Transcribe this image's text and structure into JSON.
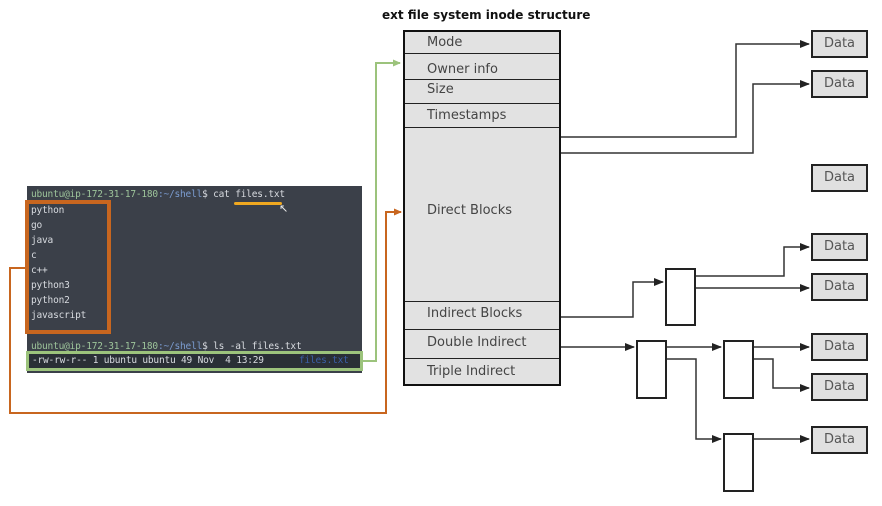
{
  "title": "ext file system inode structure",
  "terminal": {
    "prompt1": {
      "user": "ubuntu@ip-172-31-17-180",
      "path": ":~/shell",
      "cmd": "$ cat files.txt"
    },
    "output": [
      "python",
      "go",
      "java",
      "c",
      "c++",
      "python3",
      "python2",
      "javascript"
    ],
    "prompt2": {
      "user": "ubuntu@ip-172-31-17-180",
      "path": ":~/shell",
      "cmd": "$ ls -al files.txt"
    },
    "ls_result": "-rw-rw-r-- 1 ubuntu ubuntu 49 Nov  4 13:29",
    "ls_filename": "files.txt"
  },
  "inode": {
    "fields": [
      "Mode",
      "Owner info",
      "Size",
      "Timestamps",
      "Direct Blocks",
      "Indirect Blocks",
      "Double Indirect",
      "Triple Indirect"
    ]
  },
  "data_blocks": [
    "Data",
    "Data",
    "Data",
    "Data",
    "Data",
    "Data",
    "Data",
    "Data"
  ],
  "colors": {
    "orange": "#c8661f",
    "green": "#9cc37c",
    "highlight": "#f0a820",
    "terminal_bg": "#3b4049"
  }
}
